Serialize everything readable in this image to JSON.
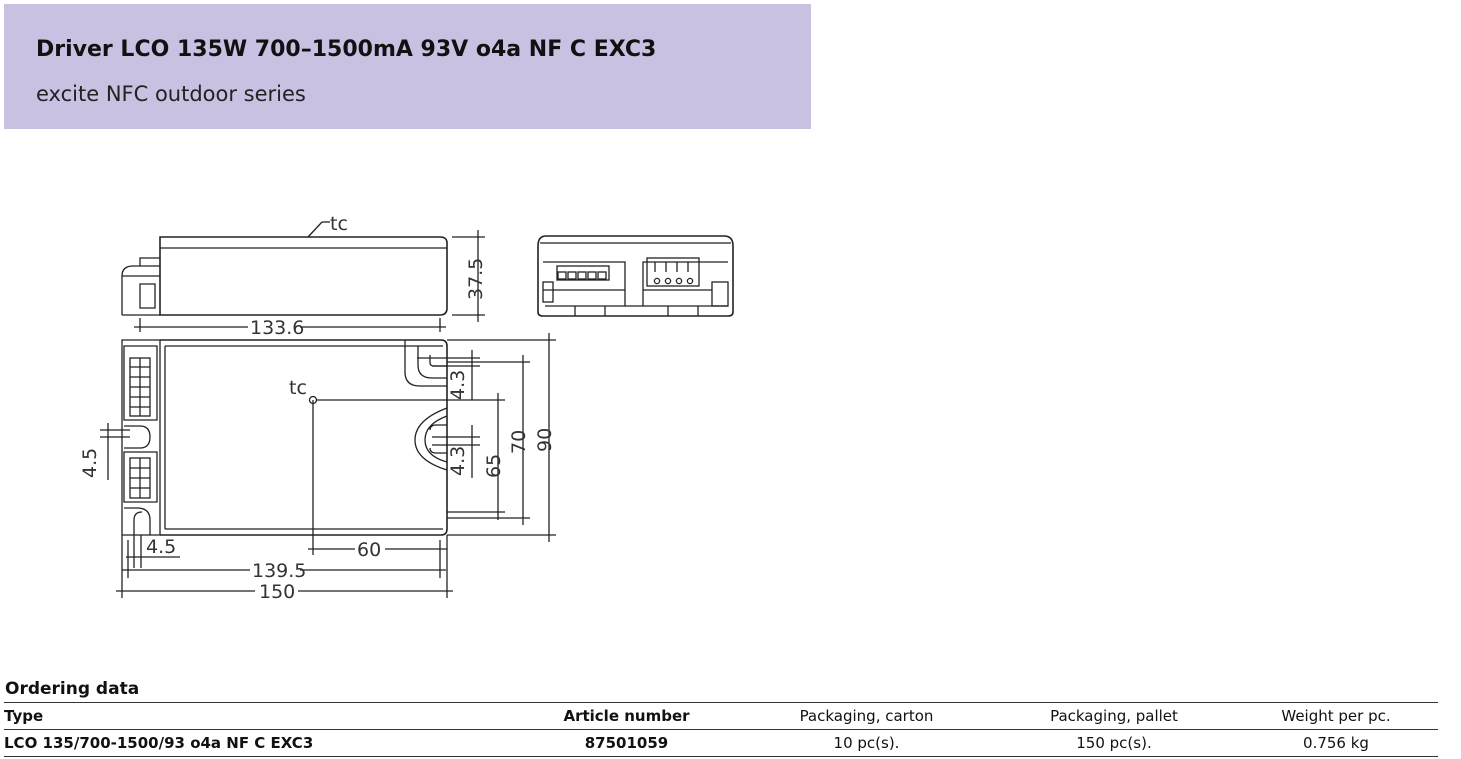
{
  "header": {
    "title": "Driver LCO 135W 700–1500mA 93V o4a NF C EXC3",
    "subtitle": "excite NFC outdoor series"
  },
  "drawing": {
    "tc_label": "tc",
    "dims": {
      "length_side": "133.6",
      "height": "37.5",
      "gap_top": "4.3",
      "gap_bottom": "4.3",
      "hole_spacing": "65",
      "inner_width": "70",
      "width": "90",
      "tc_offset": "60",
      "edge_left": "4.5",
      "edge_bottom": "4.5",
      "hole_pitch": "139.5",
      "length": "150"
    }
  },
  "ordering": {
    "title": "Ordering data",
    "columns": {
      "type": "Type",
      "article": "Article number",
      "carton": "Packaging, carton",
      "pallet": "Packaging, pallet",
      "weight": "Weight per pc."
    },
    "rows": [
      {
        "type": "LCO 135/700-1500/93 o4a NF C EXC3",
        "article": "87501059",
        "carton": "10 pc(s).",
        "pallet": "150 pc(s).",
        "weight": "0.756 kg"
      }
    ]
  }
}
